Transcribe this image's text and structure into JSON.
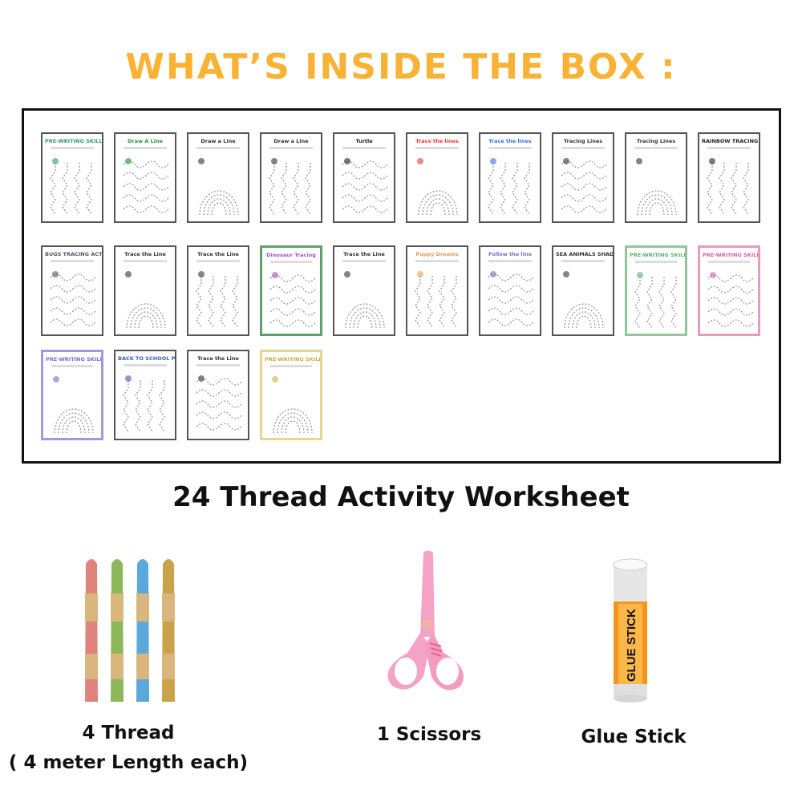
{
  "header": {
    "title": "WHAT’S INSIDE THE BOX :"
  },
  "worksheets": [
    {
      "title": "PRE-WRITING SKILLS",
      "color": "#2e9e6a",
      "border": "#555"
    },
    {
      "title": "Draw A Line",
      "color": "#1e9a3c",
      "border": "#555"
    },
    {
      "title": "Draw a Line",
      "color": "#333",
      "border": "#555"
    },
    {
      "title": "Draw a Line",
      "color": "#333",
      "border": "#555"
    },
    {
      "title": "Turtle",
      "color": "#222",
      "border": "#555"
    },
    {
      "title": "Trace the lines",
      "color": "#e53935",
      "border": "#555"
    },
    {
      "title": "Trace the lines",
      "color": "#3b6fd6",
      "border": "#555"
    },
    {
      "title": "Tracing Lines",
      "color": "#333",
      "border": "#555"
    },
    {
      "title": "Tracing Lines",
      "color": "#333",
      "border": "#555"
    },
    {
      "title": "RAINBOW TRACING",
      "color": "#222",
      "border": "#555"
    },
    {
      "title": "BUGS TRACING ACTIVITY",
      "color": "#556",
      "border": "#555"
    },
    {
      "title": "Trace the Line",
      "color": "#333",
      "border": "#555"
    },
    {
      "title": "Trace the Line",
      "color": "#333",
      "border": "#555"
    },
    {
      "title": "Dinosaur Tracing",
      "color": "#a452c8",
      "border": "#5fa06a"
    },
    {
      "title": "Trace the Line",
      "color": "#333",
      "border": "#555"
    },
    {
      "title": "Puppy Dreams",
      "color": "#e59a5a",
      "border": "#555"
    },
    {
      "title": "Follow the line",
      "color": "#7a6cc0",
      "border": "#555"
    },
    {
      "title": "SEA ANIMALS SHADOW MATCHING",
      "color": "#333",
      "border": "#555"
    },
    {
      "title": "PRE-WRITING SKILLS",
      "color": "#5fae6f",
      "border": "#8fc79a"
    },
    {
      "title": "PRE-WRITING SKILLS",
      "color": "#d062a6",
      "border": "#e89ac0"
    },
    {
      "title": "PRE-WRITING SKILLS",
      "color": "#6f6fd8",
      "border": "#9b9be0"
    },
    {
      "title": "BACK TO SCHOOL PENCIL SKILLS",
      "color": "#3a5fb0",
      "border": "#555"
    },
    {
      "title": "Trace the Line",
      "color": "#333",
      "border": "#555"
    },
    {
      "title": "PRE-WRITING SKILLS",
      "color": "#c8b040",
      "border": "#e6d690"
    }
  ],
  "caption": "24 Thread Activity Worksheet",
  "items": [
    {
      "label": "4 Thread",
      "sublabel": "( 4 meter Length each)"
    },
    {
      "label": "1 Scissors"
    },
    {
      "label": "Glue Stick",
      "stick_text": "GLUE STICK"
    }
  ],
  "thread_colors": [
    "#e0837c",
    "#8cb85a",
    "#5aa8dc",
    "#c9a24a"
  ]
}
